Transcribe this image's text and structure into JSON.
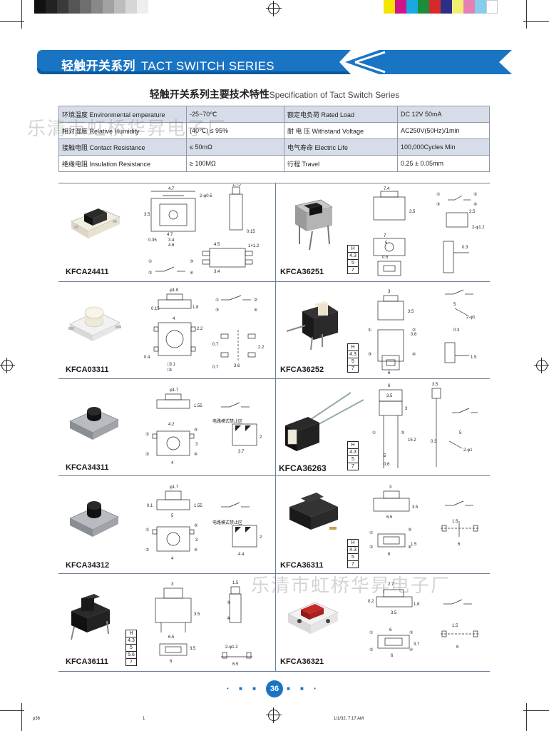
{
  "header": {
    "title_cn": "轻触开关系列",
    "title_en": "TACT SWITCH SERIES"
  },
  "spec": {
    "title_cn": "轻触开关系列主要技术特性",
    "title_en": "Specification of Tact Switch Series",
    "rows": [
      {
        "label1": "环境温度 Environmental emperature",
        "value1": "-25~70℃",
        "label2": "额定电负荷 Rated Load",
        "value2": "DC 12V 50mA"
      },
      {
        "label1": "相对湿度 Relative Humidity",
        "value1": "(40℃) ≤ 95%",
        "label2": "耐 电 压 Withstand Voltage",
        "value2": "AC250V(50Hz)/1min"
      },
      {
        "label1": "接触电阻 Contact Resistance",
        "value1": "≤ 50mΩ",
        "label2": "电气寿命 Electric Life",
        "value2": "100,000Cycles Min"
      },
      {
        "label1": "绝缘电阻 Insulation Resistance",
        "value1": "≥ 100MΩ",
        "label2": "行程 Travel",
        "value2": "0.25 ± 0.05mm"
      }
    ]
  },
  "watermark": {
    "top": "乐清市虹桥华昇电子厂",
    "bottom": "乐清市虹桥华昇电子厂"
  },
  "products": {
    "p1": "KFCA24411",
    "p2": "KFCA36251",
    "p3": "KFCA03311",
    "p4": "KFCA36252",
    "p5": "KFCA34311",
    "p6": "KFCA36263",
    "p7": "KFCA34312",
    "p8": "KFCA36311",
    "p9": "KFCA36111",
    "p10": "KFCA36321"
  },
  "height_tables": {
    "h_label": "H",
    "t36251": [
      "4.3",
      "5",
      "7"
    ],
    "t36252": [
      "4.3",
      "5",
      "7"
    ],
    "t36263": [
      "4.3",
      "5",
      "7"
    ],
    "t36311": [
      "4.3",
      "5",
      "7"
    ],
    "t36111": [
      "4.3",
      "5",
      "5.6",
      "7"
    ]
  },
  "footer": {
    "page_number": "36",
    "left": "p36",
    "middle": "1",
    "right": "1/1/32, 7:17 AM"
  },
  "colors": {
    "banner": "#1a74c4",
    "table_shade": "#d7dde8",
    "accent_red": "#c62828"
  }
}
